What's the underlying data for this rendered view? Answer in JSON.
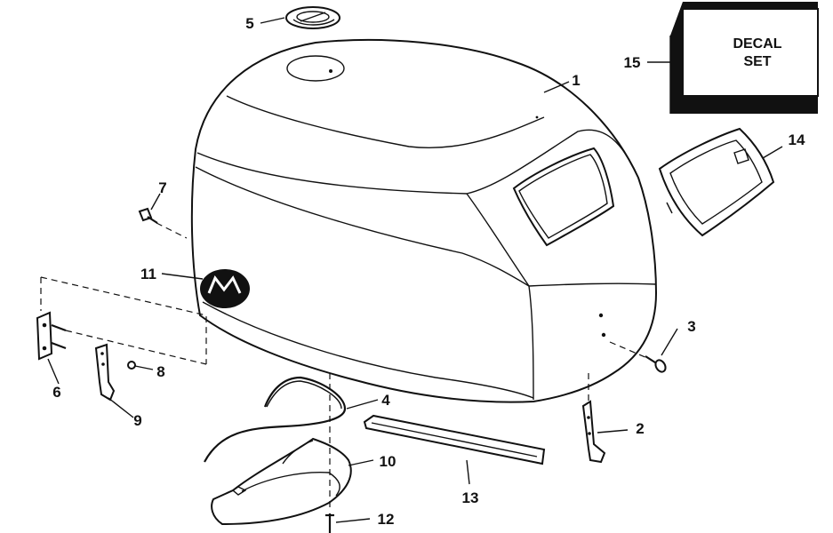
{
  "callouts": [
    {
      "id": "1",
      "text": "1"
    },
    {
      "id": "2",
      "text": "2"
    },
    {
      "id": "3",
      "text": "3"
    },
    {
      "id": "4",
      "text": "4"
    },
    {
      "id": "5",
      "text": "5"
    },
    {
      "id": "6",
      "text": "6"
    },
    {
      "id": "7",
      "text": "7"
    },
    {
      "id": "8",
      "text": "8"
    },
    {
      "id": "9",
      "text": "9"
    },
    {
      "id": "10",
      "text": "10"
    },
    {
      "id": "11",
      "text": "11"
    },
    {
      "id": "12",
      "text": "12"
    },
    {
      "id": "13",
      "text": "13"
    },
    {
      "id": "14",
      "text": "14"
    },
    {
      "id": "15",
      "text": "15"
    }
  ],
  "decal_box": {
    "line1": "DECAL",
    "line2": "SET"
  }
}
